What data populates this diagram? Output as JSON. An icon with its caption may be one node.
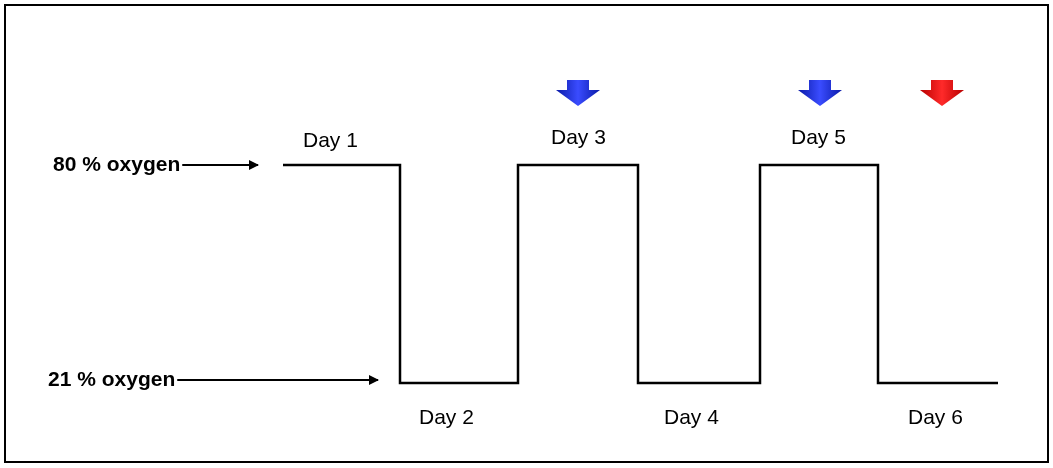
{
  "diagram": {
    "nodes": [
      {
        "text": [
          "80 % oxygen"
        ]
      },
      {
        "text": [
          "21 % oxygen"
        ]
      }
    ],
    "edges": [
      {
        "from": 0,
        "to": null,
        "arrow": "to"
      },
      {
        "from": 1,
        "to": null,
        "arrow": "to"
      }
    ],
    "labels": [
      "Day 1",
      "Day 3",
      "Day 5",
      "Day 2",
      "Day 4",
      "Day 6"
    ]
  }
}
